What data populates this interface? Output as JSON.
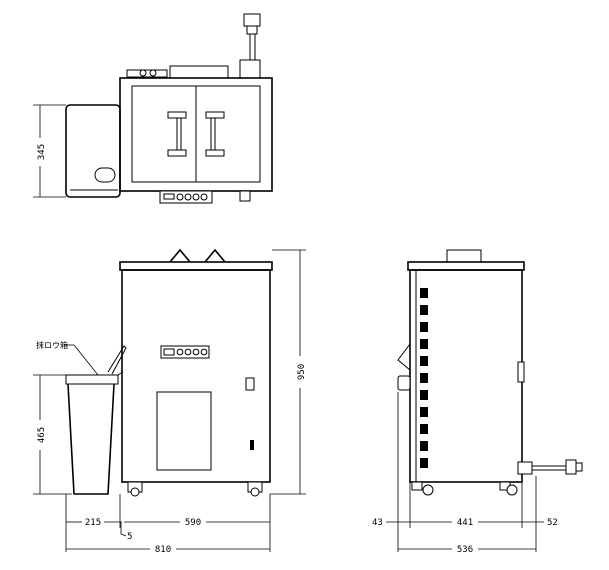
{
  "diagram": {
    "label_container": "抹ロウ箱",
    "dimensions": {
      "top_depth": "345",
      "front_height_total": "950",
      "front_height_bin": "465",
      "front_width_left": "215",
      "front_width_right": "590",
      "front_gap": "5",
      "front_width_total": "810",
      "side_left": "43",
      "side_middle": "441",
      "side_right": "52",
      "side_total": "536"
    }
  }
}
